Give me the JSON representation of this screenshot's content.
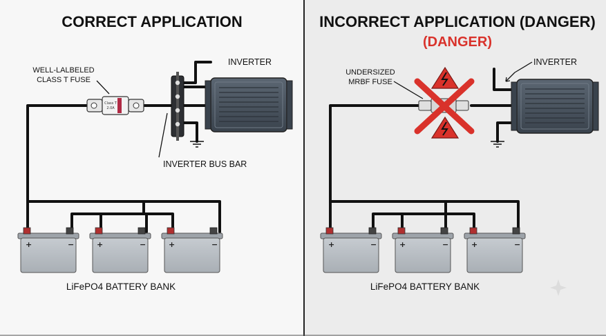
{
  "left": {
    "title": "CORRECT APPLICATION",
    "fuse_label_line1": "WELL-LALBELED",
    "fuse_label_line2": "CLASS T FUSE",
    "fuse_print_line1": "Class T",
    "fuse_print_line2": "2.0A",
    "inverter_label": "INVERTER",
    "busbar_label": "INVERTER BUS BAR",
    "bank_label": "LiFePO4 BATTERY BANK"
  },
  "right": {
    "title": "INCORRECT APPLICATION (DANGER)",
    "danger_label": "(DANGER)",
    "fuse_label_line1": "UNDERSIZED",
    "fuse_label_line2": "MRBF FUSE",
    "inverter_label": "INVERTER",
    "bank_label": "LiFePO4 BATTERY BANK"
  },
  "battery": {
    "plus": "+",
    "minus": "−"
  },
  "colors": {
    "panel_left": "#f7f7f7",
    "panel_right": "#ececec",
    "wire": "#111111",
    "warning_red": "#d9322b",
    "battery_body": "#b9bec3",
    "inverter_body": "#4b5662"
  },
  "icons": [
    "warning-triangle-icon",
    "cross-mark-icon",
    "ground-symbol-icon"
  ]
}
